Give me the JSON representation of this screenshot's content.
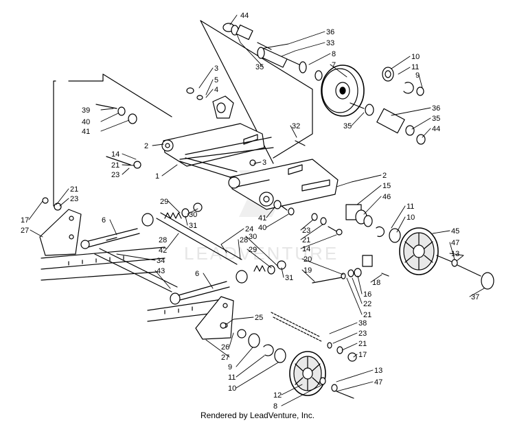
{
  "diagram": {
    "watermark_text": "LEADVENTURE",
    "callouts": [
      {
        "id": "c1",
        "label": "44"
      },
      {
        "id": "c2",
        "label": "36"
      },
      {
        "id": "c3",
        "label": "33"
      },
      {
        "id": "c4",
        "label": "8"
      },
      {
        "id": "c5",
        "label": "7"
      },
      {
        "id": "c6",
        "label": "35"
      },
      {
        "id": "c7",
        "label": "10"
      },
      {
        "id": "c8",
        "label": "11"
      },
      {
        "id": "c9",
        "label": "9"
      },
      {
        "id": "c10",
        "label": "3"
      },
      {
        "id": "c11",
        "label": "5"
      },
      {
        "id": "c12",
        "label": "4"
      },
      {
        "id": "c13",
        "label": "39"
      },
      {
        "id": "c14",
        "label": "40"
      },
      {
        "id": "c15",
        "label": "41"
      },
      {
        "id": "c16",
        "label": "36"
      },
      {
        "id": "c17",
        "label": "35"
      },
      {
        "id": "c18",
        "label": "44"
      },
      {
        "id": "c19",
        "label": "35"
      },
      {
        "id": "c20",
        "label": "32"
      },
      {
        "id": "c21",
        "label": "2"
      },
      {
        "id": "c22",
        "label": "14"
      },
      {
        "id": "c23",
        "label": "21"
      },
      {
        "id": "c24",
        "label": "23"
      },
      {
        "id": "c25",
        "label": "3"
      },
      {
        "id": "c26",
        "label": "1"
      },
      {
        "id": "c27",
        "label": "2"
      },
      {
        "id": "c28",
        "label": "15"
      },
      {
        "id": "c29",
        "label": "46"
      },
      {
        "id": "c30",
        "label": "21"
      },
      {
        "id": "c31",
        "label": "23"
      },
      {
        "id": "c32",
        "label": "17"
      },
      {
        "id": "c33",
        "label": "27"
      },
      {
        "id": "c34",
        "label": "29"
      },
      {
        "id": "c35",
        "label": "30"
      },
      {
        "id": "c36",
        "label": "31"
      },
      {
        "id": "c37",
        "label": "6"
      },
      {
        "id": "c38",
        "label": "11"
      },
      {
        "id": "c39",
        "label": "10"
      },
      {
        "id": "c40",
        "label": "41"
      },
      {
        "id": "c41",
        "label": "40"
      },
      {
        "id": "c42",
        "label": "23"
      },
      {
        "id": "c43",
        "label": "21"
      },
      {
        "id": "c44",
        "label": "14"
      },
      {
        "id": "c45",
        "label": "45"
      },
      {
        "id": "c46",
        "label": "47"
      },
      {
        "id": "c47",
        "label": "13"
      },
      {
        "id": "c48",
        "label": "24"
      },
      {
        "id": "c49",
        "label": "28"
      },
      {
        "id": "c50",
        "label": "28"
      },
      {
        "id": "c51",
        "label": "42"
      },
      {
        "id": "c52",
        "label": "30"
      },
      {
        "id": "c53",
        "label": "29"
      },
      {
        "id": "c54",
        "label": "34"
      },
      {
        "id": "c55",
        "label": "43"
      },
      {
        "id": "c56",
        "label": "20"
      },
      {
        "id": "c57",
        "label": "19"
      },
      {
        "id": "c58",
        "label": "31"
      },
      {
        "id": "c59",
        "label": "18"
      },
      {
        "id": "c60",
        "label": "16"
      },
      {
        "id": "c61",
        "label": "22"
      },
      {
        "id": "c62",
        "label": "21"
      },
      {
        "id": "c63",
        "label": "6"
      },
      {
        "id": "c64",
        "label": "37"
      },
      {
        "id": "c65",
        "label": "25"
      },
      {
        "id": "c66",
        "label": "38"
      },
      {
        "id": "c67",
        "label": "23"
      },
      {
        "id": "c68",
        "label": "21"
      },
      {
        "id": "c69",
        "label": "17"
      },
      {
        "id": "c70",
        "label": "26"
      },
      {
        "id": "c71",
        "label": "27"
      },
      {
        "id": "c72",
        "label": "9"
      },
      {
        "id": "c73",
        "label": "11"
      },
      {
        "id": "c74",
        "label": "10"
      },
      {
        "id": "c75",
        "label": "13"
      },
      {
        "id": "c76",
        "label": "47"
      },
      {
        "id": "c77",
        "label": "12"
      },
      {
        "id": "c78",
        "label": "8"
      }
    ]
  },
  "footer": {
    "credit": "Rendered by LeadVenture, Inc."
  }
}
